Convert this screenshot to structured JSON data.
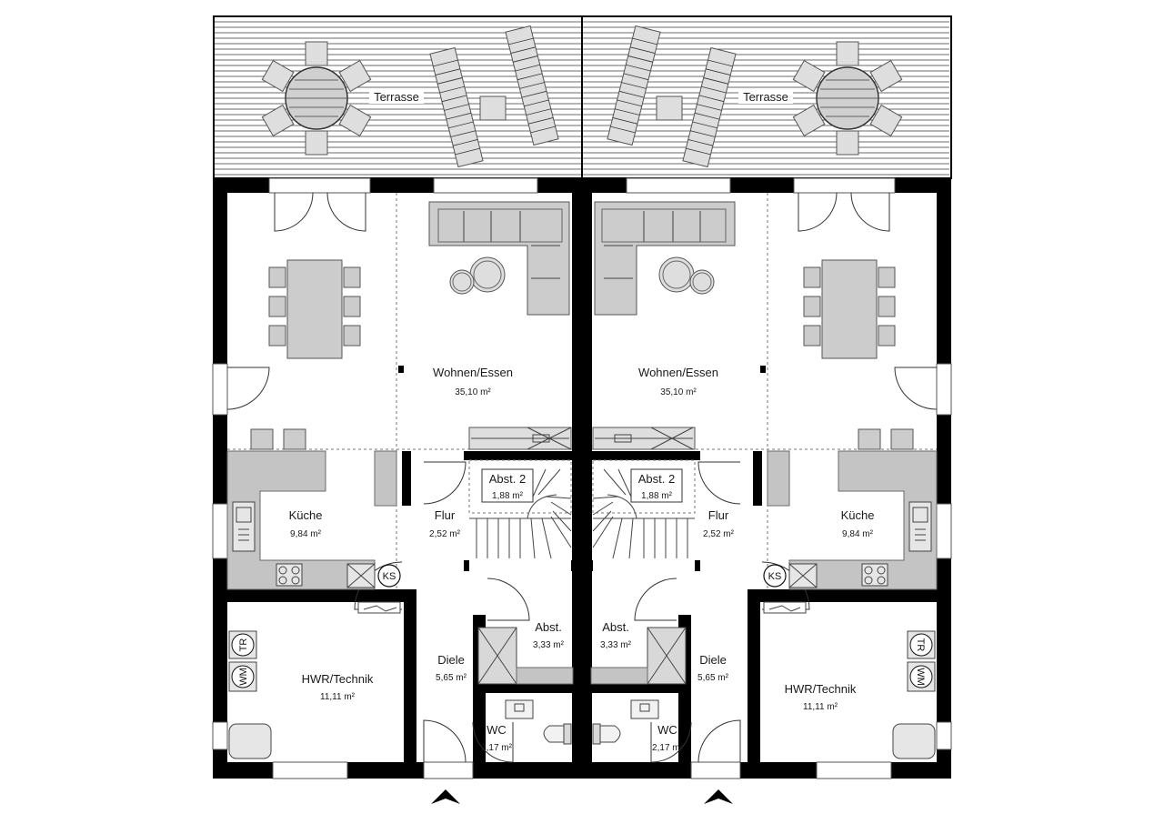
{
  "terrace": {
    "left": {
      "label": "Terrasse"
    },
    "right": {
      "label": "Terrasse"
    }
  },
  "rooms": {
    "wohnen_left": {
      "name": "Wohnen/Essen",
      "area": "35,10 m²"
    },
    "wohnen_right": {
      "name": "Wohnen/Essen",
      "area": "35,10 m²"
    },
    "kueche_left": {
      "name": "Küche",
      "area": "9,84 m²"
    },
    "kueche_right": {
      "name": "Küche",
      "area": "9,84 m²"
    },
    "flur_left": {
      "name": "Flur",
      "area": "2,52 m²"
    },
    "flur_right": {
      "name": "Flur",
      "area": "2,52 m²"
    },
    "abst2_left": {
      "name": "Abst. 2",
      "area": "1,88 m²"
    },
    "abst2_right": {
      "name": "Abst. 2",
      "area": "1,88 m²"
    },
    "abst_left": {
      "name": "Abst.",
      "area": "3,33 m²"
    },
    "abst_right": {
      "name": "Abst.",
      "area": "3,33 m²"
    },
    "hwr_left": {
      "name": "HWR/Technik",
      "area": "11,11 m²"
    },
    "hwr_right": {
      "name": "HWR/Technik",
      "area": "11,11 m²"
    },
    "diele_left": {
      "name": "Diele",
      "area": "5,65 m²"
    },
    "diele_right": {
      "name": "Diele",
      "area": "5,65 m²"
    },
    "wc_left": {
      "name": "WC",
      "area": "2,17 m²"
    },
    "wc_right": {
      "name": "WC",
      "area": "2,17 m²"
    }
  },
  "symbols": {
    "fridge": "KS",
    "dryer": "TR",
    "washer": "WM"
  },
  "colors": {
    "wall": "#000000",
    "furniture": "#cccccc",
    "counter": "#c4c4c4"
  }
}
